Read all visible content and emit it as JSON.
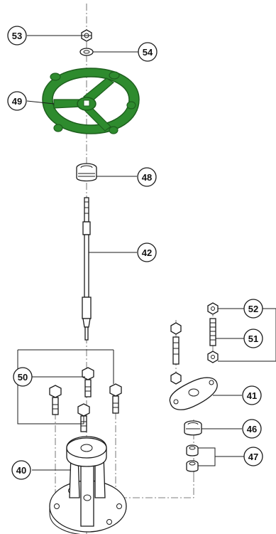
{
  "colors": {
    "handwheel": "#2e8b2e",
    "handwheel_dark": "#1d5f1d",
    "line": "#1a1a1a"
  },
  "parts": [
    {
      "id": "p53",
      "label": "53"
    },
    {
      "id": "p54",
      "label": "54"
    },
    {
      "id": "p49",
      "label": "49"
    },
    {
      "id": "p48",
      "label": "48"
    },
    {
      "id": "p42",
      "label": "42"
    },
    {
      "id": "p52",
      "label": "52"
    },
    {
      "id": "p51",
      "label": "51"
    },
    {
      "id": "p50",
      "label": "50"
    },
    {
      "id": "p41",
      "label": "41"
    },
    {
      "id": "p46",
      "label": "46"
    },
    {
      "id": "p47",
      "label": "47"
    },
    {
      "id": "p40",
      "label": "40"
    }
  ]
}
